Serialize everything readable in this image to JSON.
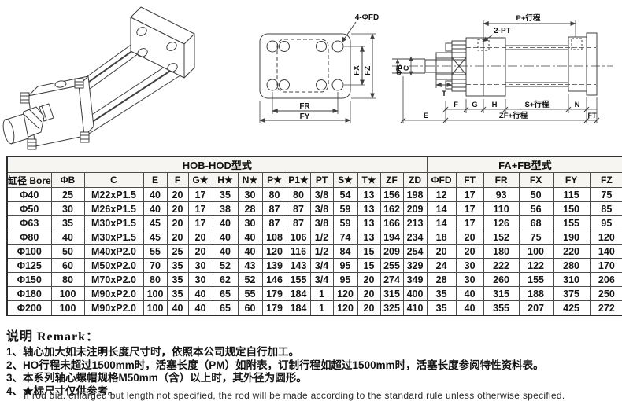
{
  "drawings": {
    "front_view": {
      "hole_label": "4-ΦFD",
      "dim_fx": "FX",
      "dim_fz": "FZ",
      "dim_fr": "FR",
      "dim_fy": "FY"
    },
    "side_view": {
      "port_label": "2-PT",
      "dim_p": "P+行程",
      "dim_rod_dia": "ΦB",
      "dim_rod_thread": "C",
      "dim_t": "T",
      "dim_f": "F",
      "dim_g": "G",
      "dim_h": "H",
      "dim_s": "S+行程",
      "dim_n": "N",
      "dim_e": "E",
      "dim_zf": "ZF+行程",
      "dim_ft": "FT"
    }
  },
  "table": {
    "group_headers": [
      {
        "label": "HOB-HOD型式",
        "span": 15
      },
      {
        "label": "FA+FB型式",
        "span": 6
      }
    ],
    "columns": [
      "缸径 Bore",
      "ΦB",
      "C",
      "E",
      "F",
      "G★",
      "H★",
      "N★",
      "P★",
      "P1★",
      "PT",
      "S★",
      "T★",
      "ZF",
      "ZD",
      "ΦFD",
      "FT",
      "FR",
      "FX",
      "FY",
      "FZ"
    ],
    "rows": [
      [
        "Φ40",
        "25",
        "M22xP1.5",
        "40",
        "20",
        "17",
        "35",
        "30",
        "80",
        "80",
        "3/8",
        "54",
        "13",
        "156",
        "198",
        "12",
        "17",
        "93",
        "50",
        "115",
        "75"
      ],
      [
        "Φ50",
        "30",
        "M26xP1.5",
        "40",
        "20",
        "17",
        "38",
        "28",
        "87",
        "87",
        "3/8",
        "59",
        "13",
        "162",
        "209",
        "14",
        "17",
        "110",
        "56",
        "150",
        "85"
      ],
      [
        "Φ63",
        "35",
        "M30xP1.5",
        "45",
        "20",
        "17",
        "40",
        "30",
        "87",
        "87",
        "3/8",
        "59",
        "13",
        "166",
        "213",
        "14",
        "17",
        "126",
        "68",
        "155",
        "95"
      ],
      [
        "Φ80",
        "40",
        "M30xP1.5",
        "45",
        "20",
        "20",
        "40",
        "40",
        "108",
        "106",
        "1/2",
        "74",
        "13",
        "194",
        "234",
        "18",
        "20",
        "152",
        "75",
        "190",
        "120"
      ],
      [
        "Φ100",
        "50",
        "M40xP2.0",
        "55",
        "25",
        "20",
        "40",
        "40",
        "120",
        "116",
        "1/2",
        "84",
        "15",
        "209",
        "254",
        "20",
        "20",
        "180",
        "100",
        "220",
        "140"
      ],
      [
        "Φ125",
        "60",
        "M50xP2.0",
        "70",
        "35",
        "30",
        "52",
        "43",
        "139",
        "143",
        "3/4",
        "95",
        "15",
        "255",
        "329",
        "24",
        "30",
        "222",
        "122",
        "280",
        "170"
      ],
      [
        "Φ150",
        "80",
        "M70xP2.0",
        "80",
        "35",
        "30",
        "62",
        "52",
        "146",
        "155",
        "3/4",
        "95",
        "20",
        "274",
        "349",
        "28",
        "30",
        "260",
        "155",
        "310",
        "206"
      ],
      [
        "Φ180",
        "100",
        "M90xP2.0",
        "100",
        "35",
        "40",
        "65",
        "55",
        "179",
        "184",
        "1",
        "120",
        "20",
        "315",
        "400",
        "35",
        "40",
        "315",
        "188",
        "375",
        "250"
      ],
      [
        "Φ200",
        "100",
        "M90xP2.0",
        "100",
        "40",
        "40",
        "65",
        "60",
        "179",
        "184",
        "1",
        "120",
        "20",
        "325",
        "410",
        "35",
        "40",
        "355",
        "207",
        "425",
        "272"
      ]
    ]
  },
  "remarks": {
    "title": "说明 Remark：",
    "items": [
      "1、轴心加大如未注明长度尺寸时，依照本公司规定自行加工。",
      "2、HO行程未超过1500mm时，活塞长度（PM）如附表，订制行程如超过1500mm时，活塞长度参阅特性资料表。",
      "3、本系列轴心螺帽规格M50mm（含）以上时，其外径为圆形。",
      "4、★标尺寸仅供参考。"
    ],
    "footer_en": "If rod dia. enlarged but length not specified, the rod will be made according to the standard rule unless otherwise specified."
  }
}
